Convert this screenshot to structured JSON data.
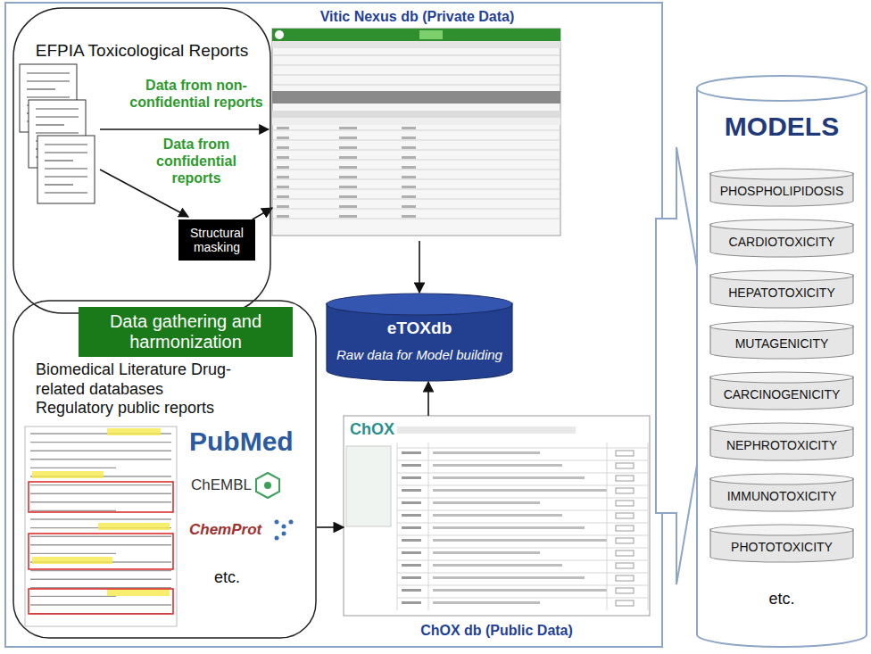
{
  "diagram": {
    "nodes": [
      {
        "text": [
          "EFPIA Toxicological Reports"
        ]
      },
      {
        "text": [
          "Structural masking"
        ],
        "in": 0
      },
      {
        "text": [
          "Vitic Nexus db (Private Data)"
        ]
      },
      {
        "text": [
          "Data gathering and harmonization"
        ]
      },
      {
        "text": [
          "Biomedical Literature Drug-related databases Regulatory public reports"
        ]
      },
      {
        "text": [
          "ChOX db (Public Data)"
        ]
      },
      {
        "text": [
          "eTOXdb",
          "Raw data for Model building"
        ]
      },
      {
        "text": [
          "MODELS"
        ]
      },
      {
        "text": [
          "PHOSPHOLIPIDOSIS"
        ],
        "in": 7
      },
      {
        "text": [
          "CARDIOTOXICITY"
        ],
        "in": 7
      },
      {
        "text": [
          "HEPATOTOXICITY"
        ],
        "in": 7
      },
      {
        "text": [
          "MUTAGENICITY"
        ],
        "in": 7
      },
      {
        "text": [
          "CARCINOGENICITY"
        ],
        "in": 7
      },
      {
        "text": [
          "NEPHROTOXICITY"
        ],
        "in": 7
      },
      {
        "text": [
          "IMMUNOTOXICITY"
        ],
        "in": 7
      },
      {
        "text": [
          "PHOTOTOXICITY"
        ],
        "in": 7
      }
    ],
    "edges": [
      {
        "from": 1,
        "to": 2,
        "arrow": "to"
      },
      {
        "from": 2,
        "to": 6,
        "arrow": "to"
      },
      {
        "from": 5,
        "to": 6,
        "arrow": "to"
      },
      {
        "from": 4,
        "to": 5,
        "arrow": "to"
      }
    ],
    "labels": [
      "Data from non-confidential reports",
      "Data from confidential reports",
      "PubMed",
      "ChEMBL",
      "ChemProt",
      "etc.",
      "etc.",
      "ChOX"
    ]
  }
}
